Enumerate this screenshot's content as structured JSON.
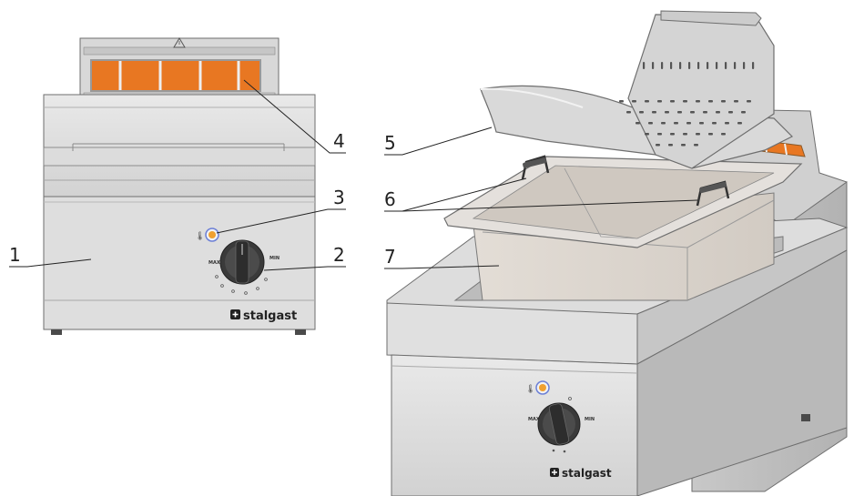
{
  "brand": "stalgast",
  "callouts": [
    "1",
    "2",
    "3",
    "4",
    "5",
    "6",
    "7"
  ],
  "dial_marks": {
    "min": "MIN",
    "max": "MAX"
  },
  "colors": {
    "steel_light": "#e2e2e2",
    "steel_mid": "#cfcfcf",
    "steel_dark": "#a9a9a9",
    "outline": "#6e6e6e",
    "heater": "#e87722",
    "lamp": "#f0a030",
    "lamp_ring": "#6b7fd6",
    "basket": "#dcd6d0"
  },
  "icons": {
    "warning": "warning-triangle-icon",
    "thermometer": "thermometer-icon",
    "brand_logo": "plus-square-logo-icon"
  }
}
